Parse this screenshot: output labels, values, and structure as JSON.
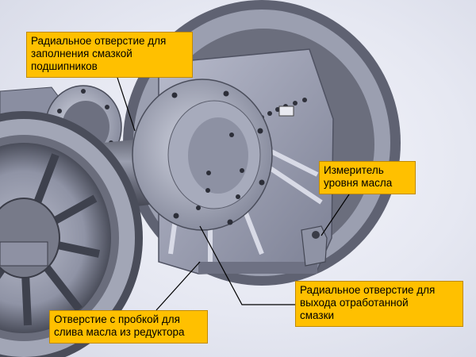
{
  "callouts": {
    "top": {
      "lines": [
        "Радиальное отверстие для",
        "заполнения смазкой",
        "подшипников"
      ]
    },
    "right": {
      "lines": [
        "Измеритель",
        "уровня  масла"
      ]
    },
    "bottom_right": {
      "lines": [
        "Радиальное отверстие для",
        "выхода отработанной",
        "смазки"
      ]
    },
    "bottom_left": {
      "lines": [
        "Отверстие с пробкой для",
        "слива масла из редуктора"
      ]
    }
  },
  "colors": {
    "callout_fill": "#ffc000",
    "leader_line": "#000000",
    "metal_dark": "#3c3f4c",
    "metal_mid": "#8a8ea0",
    "metal_light": "#c7cad8"
  }
}
